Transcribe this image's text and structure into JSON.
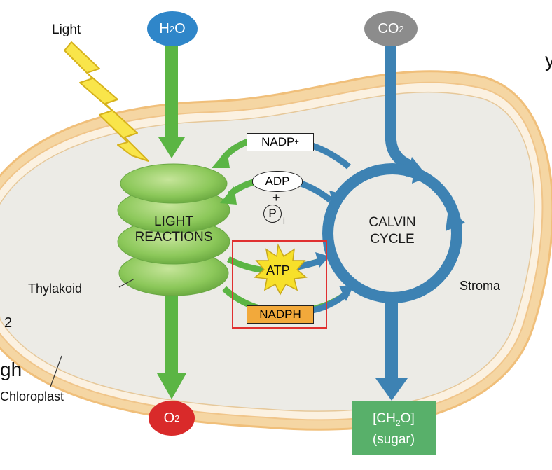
{
  "edge_fragments": {
    "top_left": "y",
    "mid_left": "2",
    "bottom_left": "gh"
  },
  "labels": {
    "light": "Light",
    "thylakoid": "Thylakoid",
    "chloroplast": "Chloroplast",
    "stroma": "Stroma",
    "light_reactions_line1": "LIGHT",
    "light_reactions_line2": "REACTIONS",
    "calvin_line1": "CALVIN",
    "calvin_line2": "CYCLE",
    "plus": "+",
    "pi_symbol": "P",
    "pi_sub": "i"
  },
  "molecules": {
    "h2o": {
      "base": "H",
      "sub": "2",
      "tail": "O"
    },
    "co2": {
      "base": "CO",
      "sub": "2"
    },
    "o2": {
      "base": "O",
      "sub": "2"
    },
    "nadp": {
      "base": "NADP",
      "sup": "+"
    },
    "adp": "ADP",
    "atp": "ATP",
    "nadph": "NADPH",
    "sugar_line1": {
      "pre": "[CH",
      "sub": "2",
      "post": "O]"
    },
    "sugar_line2": "(sugar)"
  },
  "colors": {
    "green_arrow": "#5bb544",
    "blue_arrow": "#3d82b3",
    "h2o_bubble": "#2f86c9",
    "co2_bubble": "#8c8c8c",
    "o2_bubble": "#d92a2a",
    "sugar_box": "#58b06a",
    "nadph_box": "#f2a93b",
    "atp_star": "#f7e02a",
    "highlight_box": "#e03030",
    "chloroplast_outer": "#f3c98b",
    "stroma_fill": "#ecebe6"
  }
}
